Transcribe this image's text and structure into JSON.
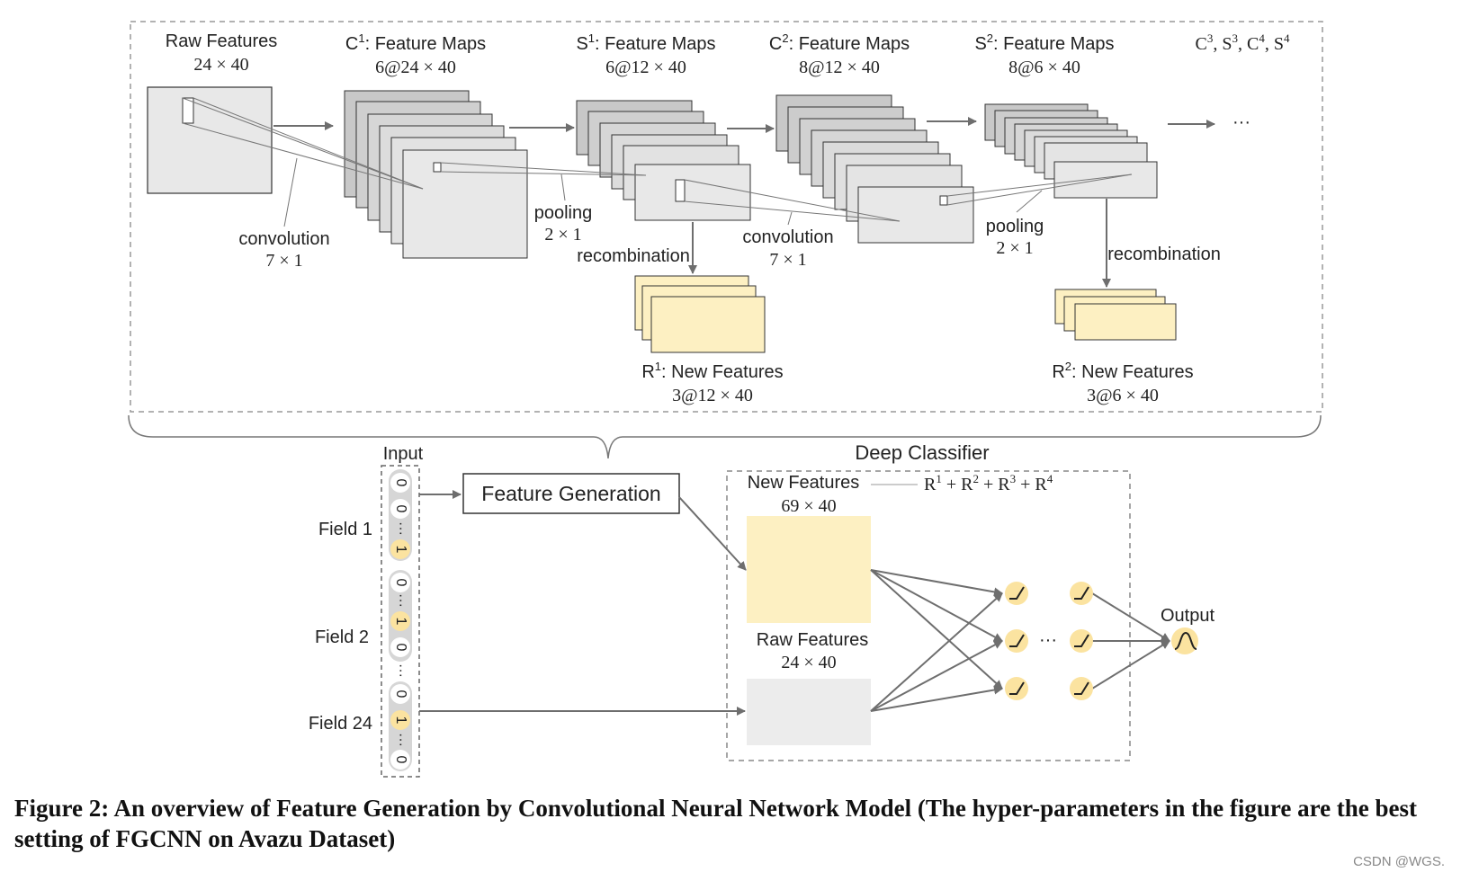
{
  "top": {
    "raw": {
      "title": "Raw Features",
      "dims": "24 × 40"
    },
    "c1": {
      "prefix": "C",
      "sup": "1",
      "suffix": ": Feature Maps",
      "dims": "6@24 × 40"
    },
    "s1": {
      "prefix": "S",
      "sup": "1",
      "suffix": ": Feature Maps",
      "dims": "6@12 × 40"
    },
    "c2": {
      "prefix": "C",
      "sup": "2",
      "suffix": ": Feature Maps",
      "dims": "8@12 × 40"
    },
    "s2": {
      "prefix": "S",
      "sup": "2",
      "suffix": ": Feature Maps",
      "dims": "8@6 × 40"
    },
    "rest": {
      "c": "C",
      "s": "S",
      "sup3": "3",
      "sup4": "4",
      "sep": ", "
    },
    "ellipsis": "···",
    "conv1": {
      "label": "convolution",
      "size": "7 × 1"
    },
    "pool1": {
      "label": "pooling",
      "size": "2 × 1"
    },
    "conv2": {
      "label": "convolution",
      "size": "7 × 1"
    },
    "pool2": {
      "label": "pooling",
      "size": "2 × 1"
    },
    "recomb1": "recombination",
    "recomb2": "recombination",
    "r1": {
      "prefix": "R",
      "sup": "1",
      "suffix": ": New Features",
      "dims": "3@12 × 40"
    },
    "r2": {
      "prefix": "R",
      "sup": "2",
      "suffix": ": New Features",
      "dims": "3@6 × 40"
    }
  },
  "bottom": {
    "input_label": "Input",
    "fields": [
      "Field 1",
      "Field 2",
      "Field 24"
    ],
    "feature_generation": "Feature Generation",
    "deep_classifier": "Deep Classifier",
    "new_features": {
      "title": "New Features",
      "dims": "69 × 40"
    },
    "raw_features": {
      "title": "Raw Features",
      "dims": "24 × 40"
    },
    "formula": {
      "r": "R",
      "plus": " + ",
      "sups": [
        "1",
        "2",
        "3",
        "4"
      ]
    },
    "output": "Output",
    "hidden_ellipsis": "···",
    "bits": {
      "zero": "0",
      "one": "1",
      "dots": "···"
    }
  },
  "colors": {
    "new_feature_fill": "#fdf0c2",
    "raw_feature_fill": "#ececec",
    "map_fill_dark": "#c8c8c8",
    "map_fill_light": "#e8e8e8",
    "neuron_fill": "#fbe3a0",
    "line": "#6e6e6e"
  },
  "caption": "Figure 2: An overview of Feature Generation by Convolutional Neural Network Model (The hyper-parameters in the figure are the best setting of FGCNN on Avazu Dataset)",
  "watermark": "CSDN @WGS."
}
